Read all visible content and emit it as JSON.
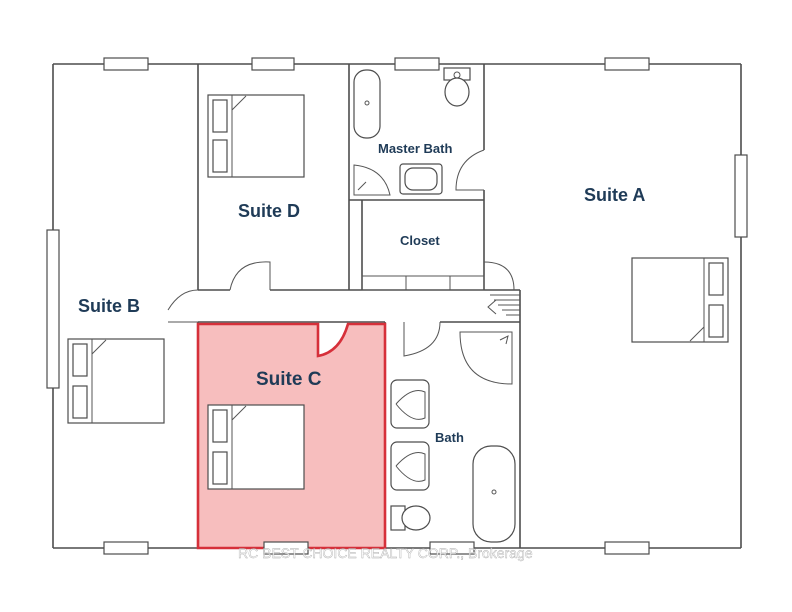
{
  "rooms": {
    "suite_a": "Suite A",
    "suite_b": "Suite B",
    "suite_c": "Suite C",
    "suite_d": "Suite D",
    "master_bath": "Master Bath",
    "closet": "Closet",
    "bath": "Bath"
  },
  "highlight": {
    "room": "Suite C",
    "fill_color": "#f6b7b7",
    "stroke_color": "#d6303a"
  },
  "colors": {
    "label": "#1f3b57",
    "wall": "#4d4d4d"
  },
  "watermark": "RC BEST CHOICE REALTY CORP., Brokerage"
}
